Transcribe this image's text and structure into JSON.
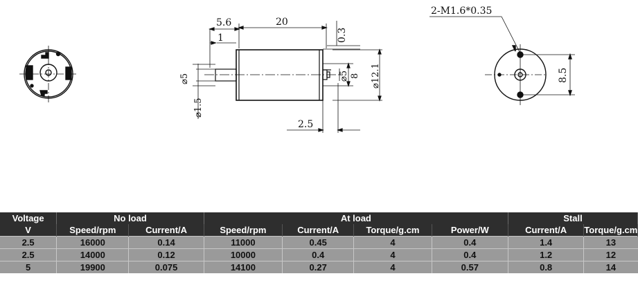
{
  "drawing": {
    "dims": {
      "d_5_6": "5.6",
      "d_20": "20",
      "d_1": "1",
      "d_0_3": "0.3",
      "d_phi5_left": "⌀5",
      "d_phi1_5": "⌀1.5",
      "d_phi5_right": "⌀5",
      "d_8": "8",
      "d_phi12_1": "⌀12.1",
      "d_2_5": "2.5",
      "thread": "2-M1.6*0.35",
      "d_8_5": "8.5"
    }
  },
  "table": {
    "group_headers": {
      "voltage": "Voltage",
      "no_load": "No load",
      "at_load": "At load",
      "stall": "Stall"
    },
    "sub_headers": {
      "voltage_unit": "V",
      "nl_speed": "Speed/rpm",
      "nl_current": "Current/A",
      "al_speed": "Speed/rpm",
      "al_current": "Current/A",
      "al_torque": "Torque/g.cm",
      "al_power": "Power/W",
      "st_current": "Current/A",
      "st_torque": "Torque/g.cm"
    },
    "rows": [
      [
        "2.5",
        "16000",
        "0.14",
        "11000",
        "0.45",
        "4",
        "0.4",
        "1.4",
        "13"
      ],
      [
        "2.5",
        "14000",
        "0.12",
        "10000",
        "0.4",
        "4",
        "0.4",
        "1.2",
        "12"
      ],
      [
        "5",
        "19900",
        "0.075",
        "14100",
        "0.27",
        "4",
        "0.57",
        "0.8",
        "14"
      ]
    ]
  }
}
